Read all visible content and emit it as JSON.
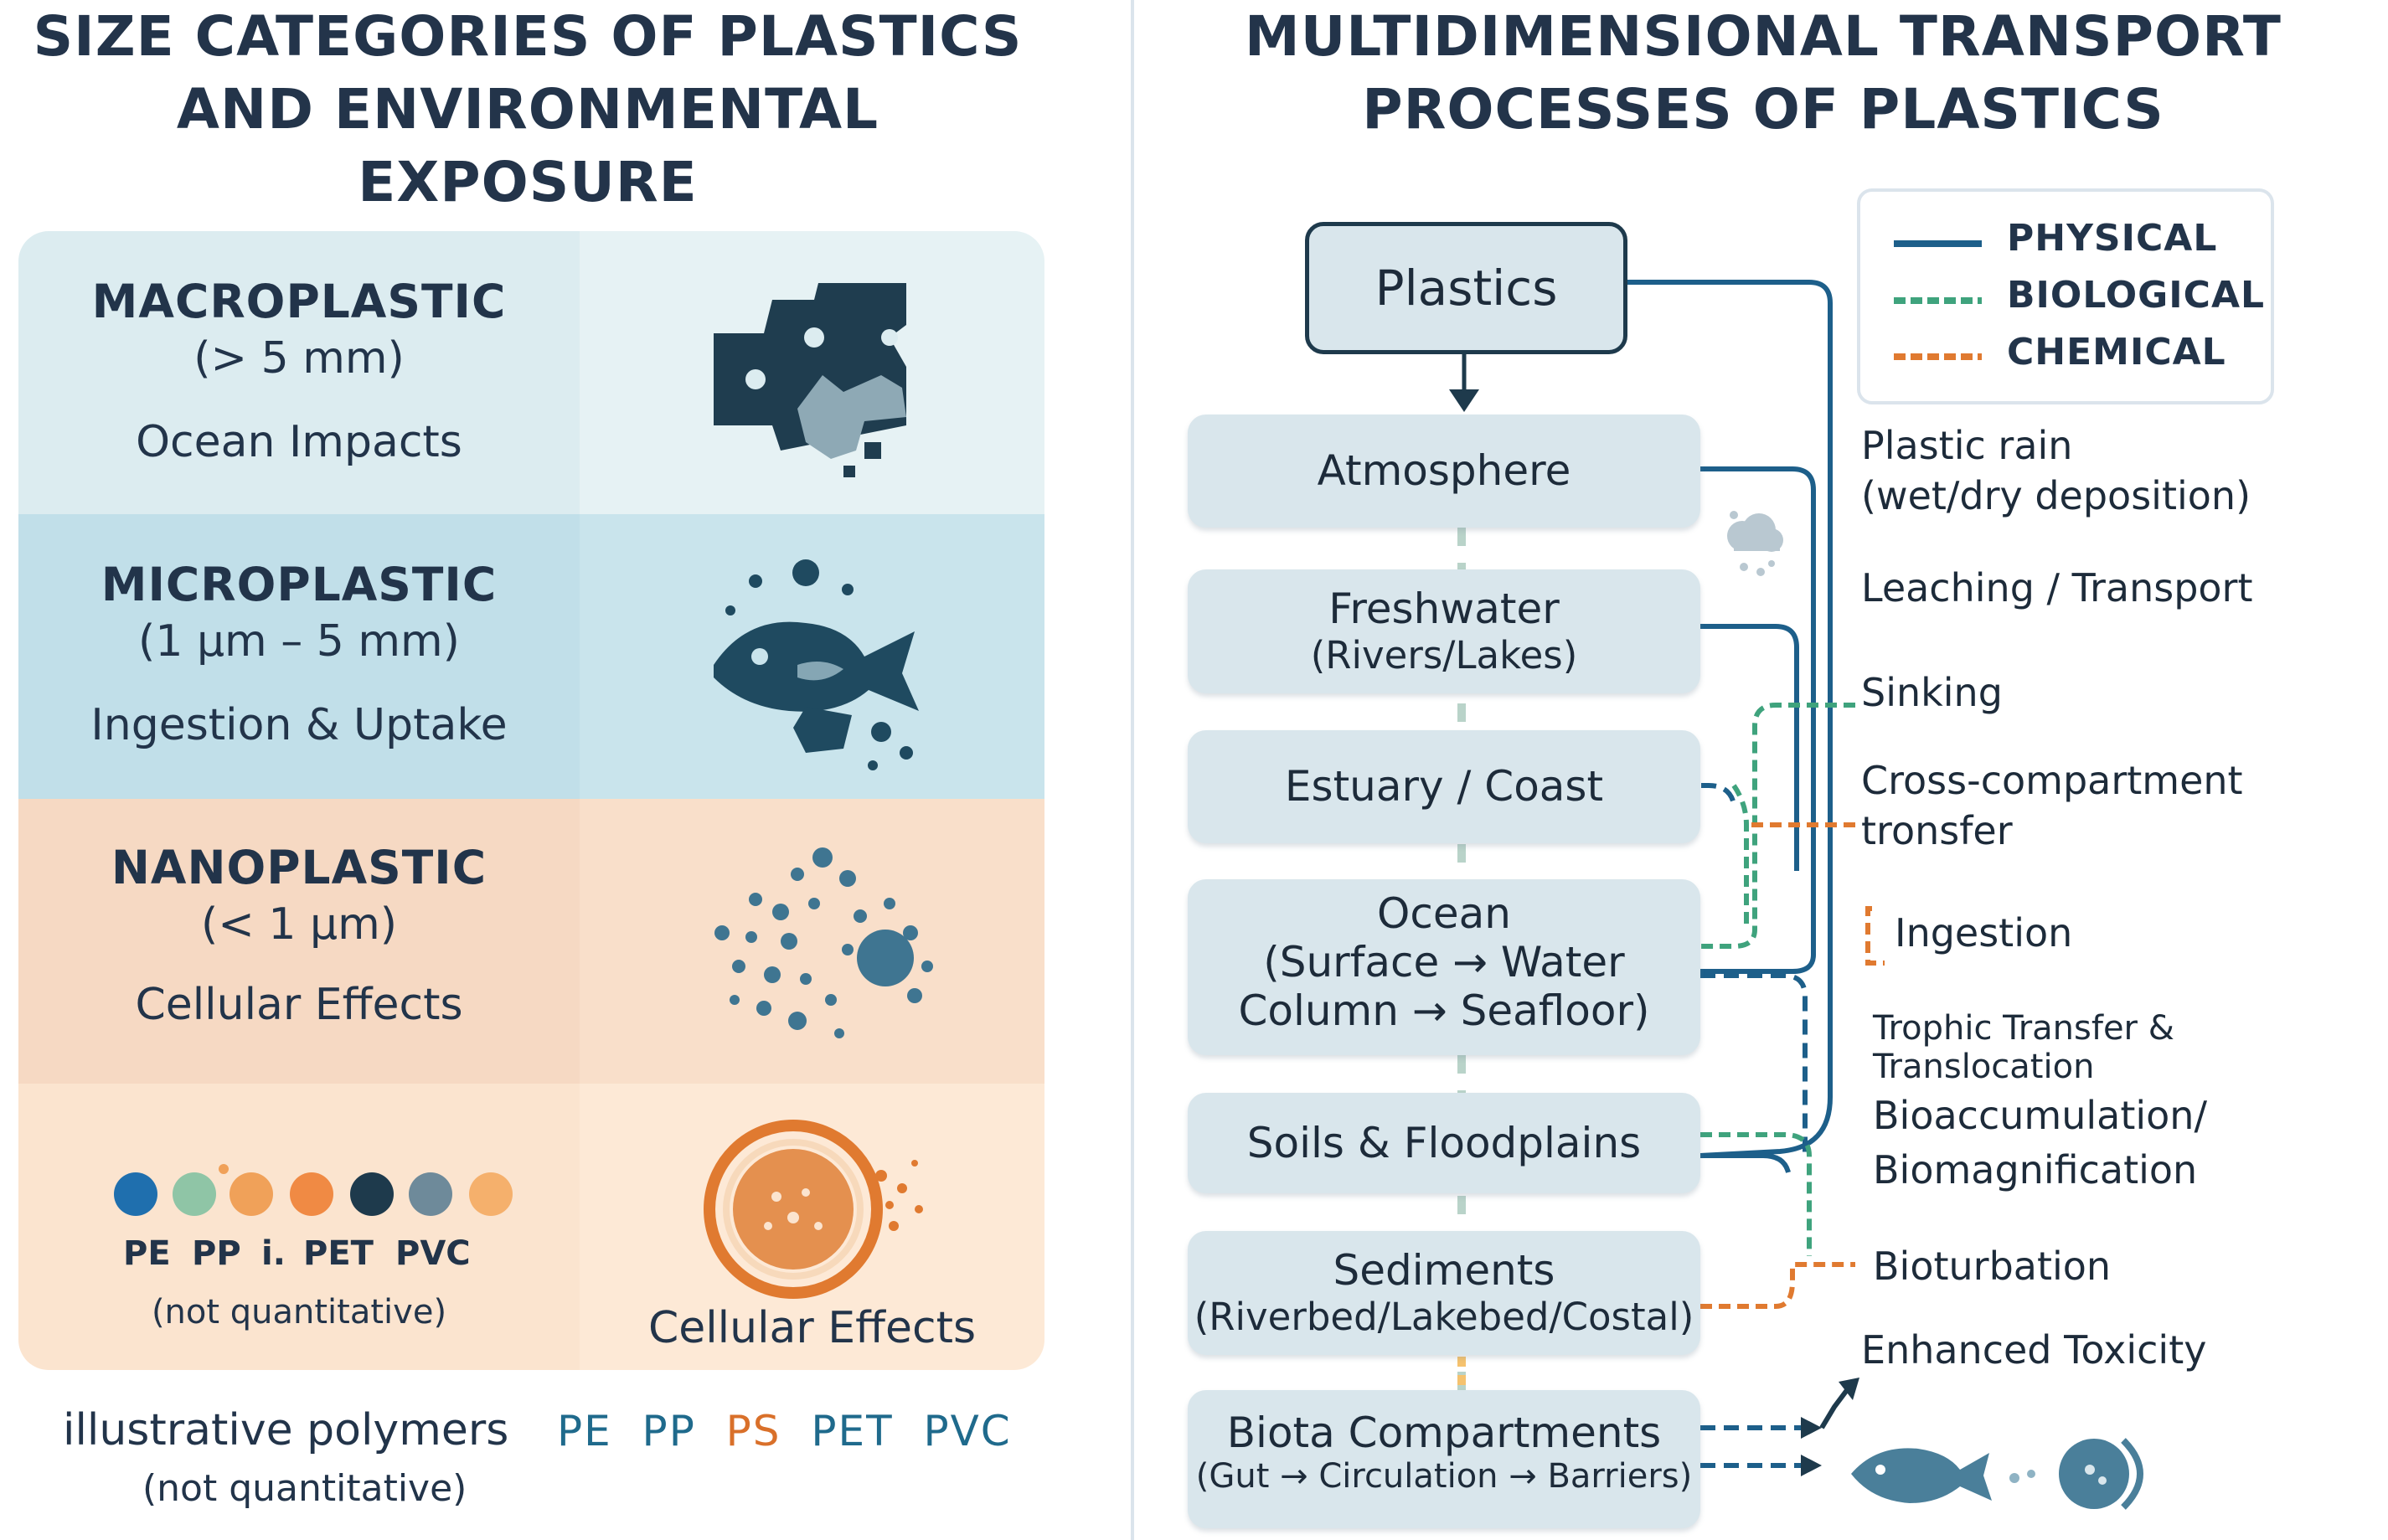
{
  "left": {
    "title_line1": "SIZE CATEGORIES OF PLASTICS",
    "title_line2": "AND ENVIRONMENTAL EXPOSURE",
    "title_line3": "PATHWAYS",
    "categories": [
      {
        "name": "MACROPLASTIC",
        "size": "(> 5 mm)",
        "effect": "Ocean Impacts"
      },
      {
        "name": "MICROPLASTIC",
        "size": "(1 µm – 5 mm)",
        "effect": "Ingestion & Uptake"
      },
      {
        "name": "NANOPLASTIC",
        "size": "(< 1 µm)",
        "effect": "Cellular Effects"
      }
    ],
    "polymer_row": {
      "labels": [
        "PE",
        "PP",
        "i.",
        "PET",
        "PVC"
      ],
      "note": "(not quantitative)",
      "icon_label": "Cellular Effects",
      "dot_colors": [
        "#1f6fae",
        "#8fc5a6",
        "#f0a159",
        "#f08a44",
        "#1e3a4c",
        "#6e8a9a",
        "#f5b06c"
      ]
    },
    "footer": {
      "label": "illustrative polymers",
      "note": "(not quantitative)",
      "polymers": [
        {
          "text": "PE",
          "color": "#1f6a8c"
        },
        {
          "text": "PP",
          "color": "#1f6a8c"
        },
        {
          "text": "PS",
          "color": "#d9702a"
        },
        {
          "text": "PET",
          "color": "#1f6a8c"
        },
        {
          "text": "PVC",
          "color": "#1f6a8c"
        }
      ]
    },
    "colors": {
      "macro_bg": "#e1eef1",
      "micro_bg": "#c3e0ea",
      "nano_bg": "#f7dcc6",
      "poly_bg": "#fbe6d2"
    }
  },
  "right": {
    "title_line1": "MULTIDIMENSIONAL TRANSPORT",
    "title_line2": "PROCESSES OF PLASTICS",
    "source": "Plastics",
    "compartments": [
      {
        "line1": "Atmosphere",
        "line2": ""
      },
      {
        "line1": "Freshwater",
        "line2": "(Rivers/Lakes)"
      },
      {
        "line1": "Estuary / Coast",
        "line2": ""
      },
      {
        "line1": "Ocean",
        "line2": "(Surface → Water",
        "line3": "Column → Seafloor)"
      },
      {
        "line1": "Soils & Floodplains",
        "line2": ""
      },
      {
        "line1": "Sediments",
        "line2": "(Riverbed/Lakebed/Costal)"
      },
      {
        "line1": "Biota Compartments",
        "line2": "(Gut → Circulation → Barriers)"
      }
    ],
    "legend": [
      {
        "label": "PHYSICAL",
        "color": "#1d5f8a"
      },
      {
        "label": "BIOLOGICAL",
        "color": "#3fa37d"
      },
      {
        "label": "CHEMICAL",
        "color": "#e07a30"
      }
    ],
    "processes": [
      "Plastic rain",
      "(wet/dry deposition)",
      "Leaching / Transport",
      "Sinking",
      "Cross-compartment",
      "tronsfer",
      "Ingestion",
      "Trophic Transfer & Translocation",
      "Bioaccumulation/",
      "Biomagnification",
      "Bioturbation",
      "Enhanced Toxicity"
    ]
  }
}
